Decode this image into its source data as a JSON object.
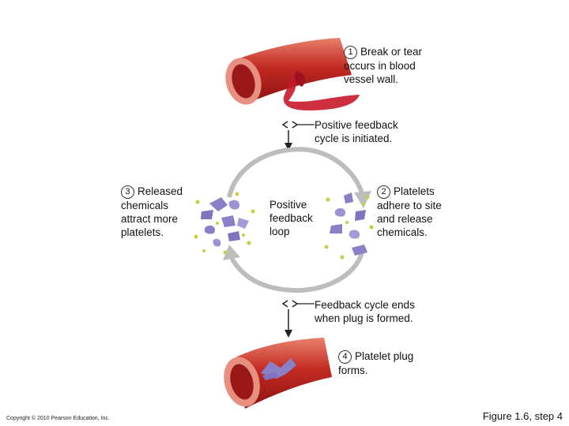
{
  "step1": {
    "number": "1",
    "lines": [
      "Break or tear",
      "occurs in blood",
      "vessel wall."
    ]
  },
  "positive_feedback": {
    "lines": [
      "Positive feedback",
      "cycle is initiated."
    ]
  },
  "step2": {
    "number": "2",
    "lines": [
      "Platelets",
      "adhere to site",
      "and release",
      "chemicals."
    ]
  },
  "step3": {
    "number": "3",
    "lines": [
      "Released",
      "chemicals",
      "attract more",
      "platelets."
    ]
  },
  "loop": {
    "lines": [
      "Positive",
      "feedback",
      "loop"
    ]
  },
  "cycle_end": {
    "lines": [
      "Feedback cycle ends",
      "when plug is formed."
    ]
  },
  "step4": {
    "number": "4",
    "lines": [
      "Platelet plug",
      "forms."
    ]
  },
  "copyright": "Copyright © 2010 Pearson Education, Inc.",
  "figure_label": "Figure 1.6, step 4",
  "colors": {
    "vessel": "#b81c1c",
    "vessel_light": "#e06a5a",
    "blood": "#c0182a",
    "platelet": "#8a80c8",
    "chemical": "#c8cc4a",
    "arrow": "#bdbdbd"
  }
}
